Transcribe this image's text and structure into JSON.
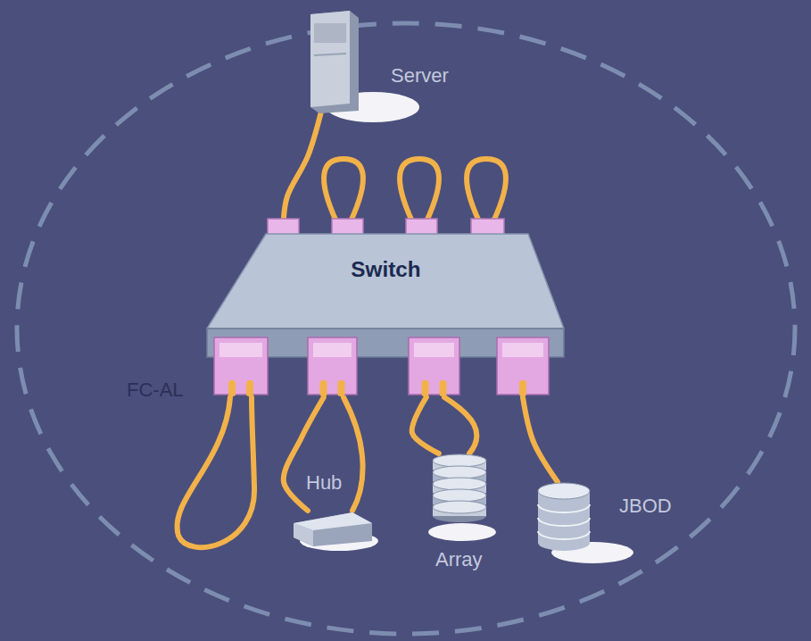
{
  "diagram": {
    "nodes": [
      {
        "text": [
          "Server"
        ]
      },
      {
        "text": [
          "Switch"
        ]
      },
      {
        "text": [
          "Hub"
        ]
      },
      {
        "text": [
          "Array"
        ]
      },
      {
        "text": [
          "JBOD"
        ]
      }
    ],
    "edges": [
      {
        "from": 0,
        "to": 1,
        "arrow": "none"
      },
      {
        "from": 1,
        "to": 2,
        "arrow": "none"
      },
      {
        "from": 1,
        "to": 3,
        "arrow": "none"
      },
      {
        "from": 1,
        "to": 4,
        "arrow": "none"
      }
    ],
    "labels": [
      "FC-AL"
    ]
  }
}
